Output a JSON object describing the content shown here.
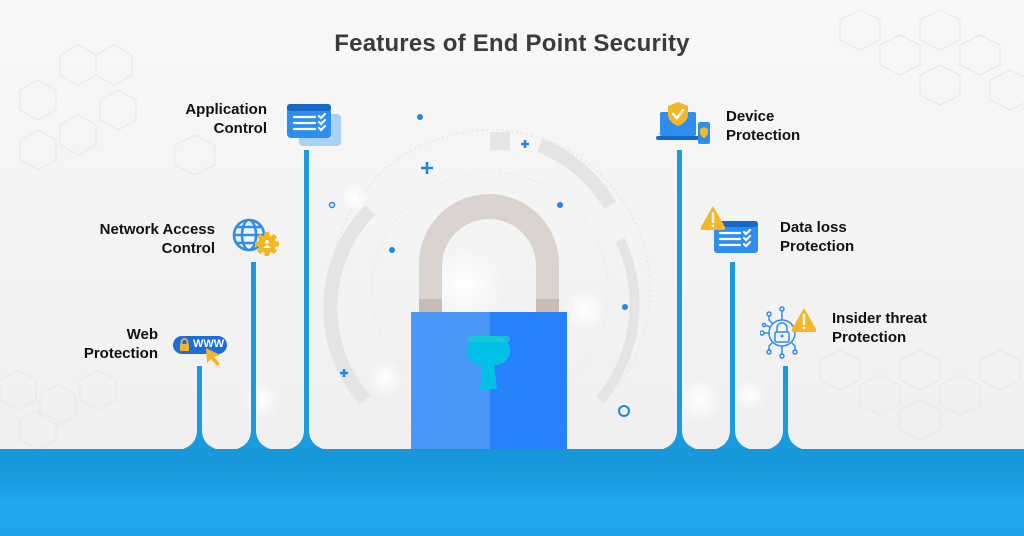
{
  "title": "Features of End Point Security",
  "features": {
    "left": [
      {
        "id": "application-control",
        "line1": "Application",
        "line2": "Control",
        "icon": "checklist-window-icon"
      },
      {
        "id": "network-access-control",
        "line1": "Network Access",
        "line2": "Control",
        "icon": "globe-gear-icon"
      },
      {
        "id": "web-protection",
        "line1": "Web",
        "line2": "Protection",
        "icon": "www-lock-cursor-icon",
        "badge_text": "WWW"
      }
    ],
    "right": [
      {
        "id": "device-protection",
        "line1": "Device",
        "line2": "Protection",
        "icon": "laptop-phone-shield-icon"
      },
      {
        "id": "data-loss-protection",
        "line1": "Data loss",
        "line2": "Protection",
        "icon": "warning-checklist-icon"
      },
      {
        "id": "insider-threat-protection",
        "line1": "Insider threat",
        "line2": "Protection",
        "icon": "network-lock-warning-icon"
      }
    ]
  },
  "center": {
    "icon": "padlock-icon"
  },
  "colors": {
    "primary_blue": "#1a9be0",
    "lock_left": "#4a97f8",
    "lock_right": "#2681fa",
    "keyhole": "#00c0e8",
    "shackle": "#dad3cf",
    "warning": "#f6b526",
    "title_text": "#3b3b3b"
  }
}
